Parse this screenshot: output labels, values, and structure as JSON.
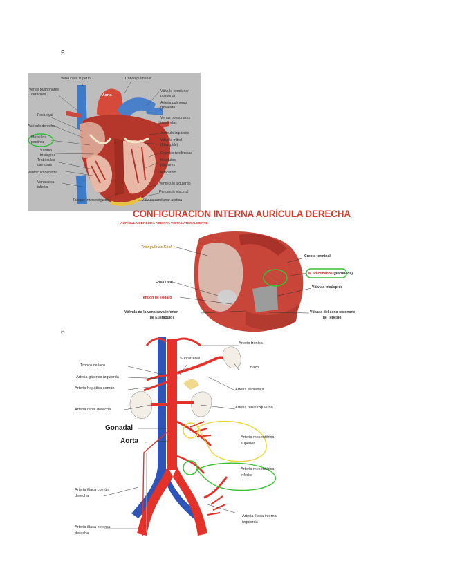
{
  "question_5": "5.",
  "question_6": "6.",
  "figure1": {
    "labels": {
      "vena_cava_superior": "Vena cava superior",
      "tronco_pulmonar": "Tronco pulmonar",
      "aorta": "Aorta",
      "venas_pulmonares_derechas_1": "Venas pulmonares",
      "venas_pulmonares_derechas_2": "derechas",
      "fosa_oval": "Fosa oval",
      "auriculo_derecho": "Aurículo derecho",
      "musculos_pectineos_1": "Músculos",
      "musculos_pectineos_2": "pectinos",
      "valvula_tricuspide_1": "Válvula",
      "valvula_tricuspide_2": "tricúspide",
      "trabeculas_1": "Trabéculas",
      "trabeculas_2": "carnosas",
      "ventriculo_derecho": "Ventrículo derecho",
      "vena_cava_inferior_1": "Vena cava",
      "vena_cava_inferior_2": "inferior",
      "tabique": "Tabique interventricular",
      "valvula_semilunar_pulmonar_1": "Válvula semilunar",
      "valvula_semilunar_pulmonar_2": "pulmonar",
      "arteria_pulmonar_izquierda_1": "Arteria pulmonar",
      "arteria_pulmonar_izquierda_2": "izquierda",
      "venas_pulmonares_izquierdas_1": "Venas pulmonares",
      "venas_pulmonares_izquierdas_2": "izquierdas",
      "auriculo_izquierdo": "Aurículo izquierdo",
      "valvula_mitral_1": "Válvula mitral",
      "valvula_mitral_2": "(bicúspide)",
      "cuerdas_tendinosas": "Cuerdas tendinosas",
      "musculos_papilares_1": "Músculos",
      "musculos_papilares_2": "papilares",
      "miocardio": "Miocardio",
      "ventriculo_izquierdo": "Ventrículo izquierdo",
      "pericardio_visceral": "Pericardio visceral",
      "valvula_semilunar_aortica": "Válvula semilunar aórtica"
    }
  },
  "figure2": {
    "title_part1": "CONFIGURACION INTERNA ",
    "title_part2": "AURÍCULA DERECHA",
    "subtitle": "AURÍCULA DERECHA ABIERTA VISTA LATERALMENTE",
    "labels": {
      "triangulo_koch": "Triángulo de Koch",
      "cresta_terminal": "Cresta terminal",
      "m_pectinados": "M. Pectinados",
      "m_pectinados_extra": "(pectíneos)",
      "valvula_tricuspide": "Válvula tricúspide",
      "fosa_oval": "Fosa Oval",
      "tendon_todaro": "Tendón de Todaro",
      "valvula_vena_cava_1": "Válvula de la vena cava inferior",
      "valvula_vena_cava_2": "(de Eustaquio)",
      "valvula_seno_1": "Válvula del seno coronario",
      "valvula_seno_2": "(de Tebesio)"
    }
  },
  "figure3": {
    "labels": {
      "arteria_frenica": "Arteria frénica",
      "suprarrenal": "Suprarrenal",
      "bazo": "bazo",
      "tronco_celiaco": "Tronco celiaco",
      "arteria_gastrica": "Arteria gástrica izquierda",
      "arteria_hepatica": "Arteria hepática común",
      "arteria_esplenica": "Arteria esplénica",
      "arteria_renal_derecha": "Arteria renal derecha",
      "arteria_renal_izquierda": "Arteria renal izquierda",
      "gonadal": "Gonadal",
      "aorta": "Aorta",
      "mesenterica_superior_1": "Arteria mesentérica",
      "mesenterica_superior_2": "superior",
      "mesenterica_inferior_1": "Arteria mesentérica",
      "mesenterica_inferior_2": "inferior",
      "iliaca_comun_1": "Arteria ilíaca común",
      "iliaca_comun_2": "derecha",
      "iliaca_interna_1": "Arteria ilíaca interna",
      "iliaca_interna_2": "izquierda",
      "iliaca_externa_1": "Arteria ilíaca externa",
      "iliaca_externa_2": "derecha"
    }
  }
}
